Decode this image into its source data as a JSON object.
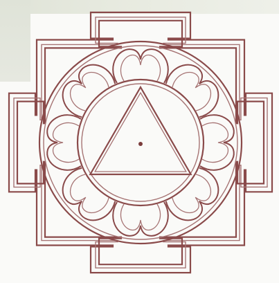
{
  "figure": {
    "stroke_color": "#8a4a4a",
    "stroke_color_light": "#a67474",
    "dot_color": "#7a3c3c",
    "paper_color": "#fafaf8",
    "corner_tint": "#e3e6dc"
  },
  "elements": {
    "outer_frame": "square-gate-frame",
    "outer_circle": "outer-circle",
    "petal_ring": "eight-petal-lotus",
    "inner_circle": "inner-circle",
    "triangle": "upward-triangle",
    "bindu": "center-dot"
  },
  "petal_count": 8
}
